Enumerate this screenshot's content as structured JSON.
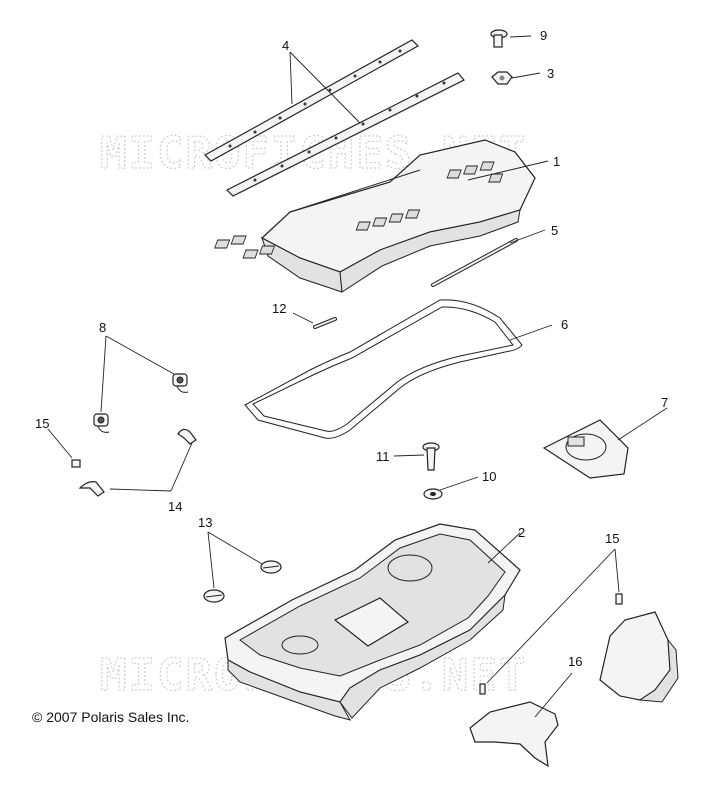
{
  "watermark": "MICROFICHES.NET",
  "copyright": "© 2007 Polaris Sales Inc.",
  "callouts": {
    "c1": "1",
    "c2": "2",
    "c3": "3",
    "c4": "4",
    "c5": "5",
    "c6": "6",
    "c7": "7",
    "c8": "8",
    "c9": "9",
    "c10": "10",
    "c11": "11",
    "c12": "12",
    "c13": "13",
    "c14": "14",
    "c15a": "15",
    "c15b": "15",
    "c16": "16"
  }
}
